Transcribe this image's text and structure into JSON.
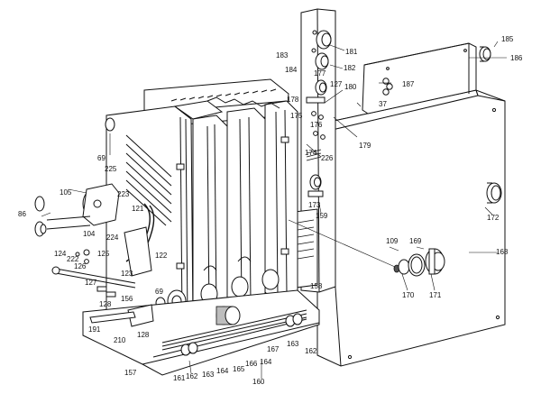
{
  "labels": [
    {
      "text": "185"
    },
    {
      "text": "186"
    },
    {
      "text": "181"
    },
    {
      "text": "183"
    },
    {
      "text": "184"
    },
    {
      "text": "182"
    },
    {
      "text": "177"
    },
    {
      "text": "187"
    },
    {
      "text": "127"
    },
    {
      "text": "180"
    },
    {
      "text": "178"
    },
    {
      "text": "37"
    },
    {
      "text": "175"
    },
    {
      "text": "176"
    },
    {
      "text": "179"
    },
    {
      "text": "174"
    },
    {
      "text": "226"
    },
    {
      "text": "69"
    },
    {
      "text": "225"
    },
    {
      "text": "105"
    },
    {
      "text": "223"
    },
    {
      "text": "86"
    },
    {
      "text": "121"
    },
    {
      "text": "173"
    },
    {
      "text": "159"
    },
    {
      "text": "172"
    },
    {
      "text": "104"
    },
    {
      "text": "224"
    },
    {
      "text": "168"
    },
    {
      "text": "109"
    },
    {
      "text": "169"
    },
    {
      "text": "124"
    },
    {
      "text": "125"
    },
    {
      "text": "122"
    },
    {
      "text": "222"
    },
    {
      "text": "126"
    },
    {
      "text": "123"
    },
    {
      "text": "127"
    },
    {
      "text": "158"
    },
    {
      "text": "170"
    },
    {
      "text": "171"
    },
    {
      "text": "69"
    },
    {
      "text": "128"
    },
    {
      "text": "156"
    },
    {
      "text": "191"
    },
    {
      "text": "128"
    },
    {
      "text": "210"
    },
    {
      "text": "167"
    },
    {
      "text": "163"
    },
    {
      "text": "162"
    },
    {
      "text": "164"
    },
    {
      "text": "166"
    },
    {
      "text": "157"
    },
    {
      "text": "161"
    },
    {
      "text": "162"
    },
    {
      "text": "163"
    },
    {
      "text": "164"
    },
    {
      "text": "165"
    },
    {
      "text": "160"
    }
  ]
}
